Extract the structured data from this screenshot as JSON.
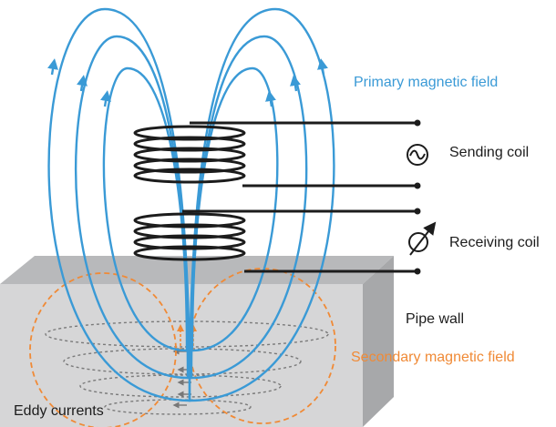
{
  "labels": {
    "primary_field": "Primary magnetic field",
    "sending_coil": "Sending coil",
    "receiving_coil": "Receiving coil",
    "pipe_wall": "Pipe wall",
    "secondary_field": "Secondary magnetic field",
    "eddy_currents": "Eddy currents"
  },
  "colors": {
    "primary_field": "#3a9ad6",
    "secondary_field": "#f08a36",
    "coil": "#1c1c1c",
    "pipe_top": "#b8b9bb",
    "pipe_front": "#d6d6d7",
    "pipe_side": "#a7a8aa"
  },
  "icons": {
    "sending_symbol": "ac-source-icon",
    "receiving_symbol": "variable-indicator-icon"
  }
}
